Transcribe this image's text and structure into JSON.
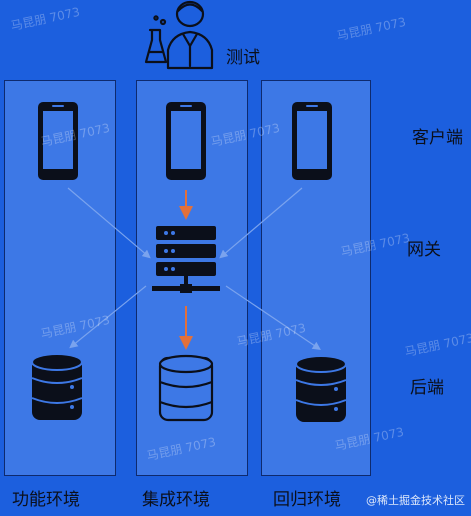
{
  "tester": {
    "label": "测试",
    "icon": "tester-person-icon"
  },
  "environments": [
    {
      "label": "功能环境"
    },
    {
      "label": "集成环境"
    },
    {
      "label": "回归环境"
    }
  ],
  "layers": {
    "client": "客户端",
    "gateway": "网关",
    "backend": "后端"
  },
  "watermark": "马昆朋 7073",
  "credit": "@稀土掘金技术社区",
  "icons": {
    "phone": "mobile-phone-icon",
    "server": "server-rack-icon",
    "database": "database-icon"
  },
  "colors": {
    "background": "#1c5fde",
    "column": "#3d78e6",
    "arrow_orange": "#e2703a",
    "arrow_faint": "#7aa3ee",
    "ink": "#0b0f1a"
  }
}
